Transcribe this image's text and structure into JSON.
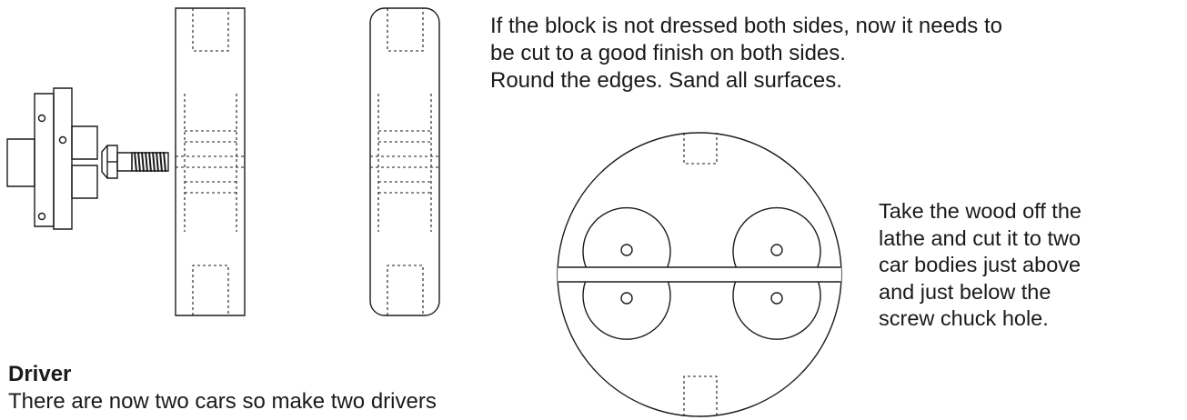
{
  "instructions": {
    "intro_lines": [
      "If the block is not dressed both sides, now it needs to",
      "be cut to a good finish on both sides.",
      "Round the edges. Sand all surfaces."
    ],
    "side_note_lines": [
      "Take the wood off the",
      "lathe and cut it to two",
      "car bodies just above",
      "and just below the",
      "screw chuck hole."
    ]
  },
  "driver_section": {
    "heading": "Driver",
    "text": "There are now two cars so make two drivers"
  }
}
